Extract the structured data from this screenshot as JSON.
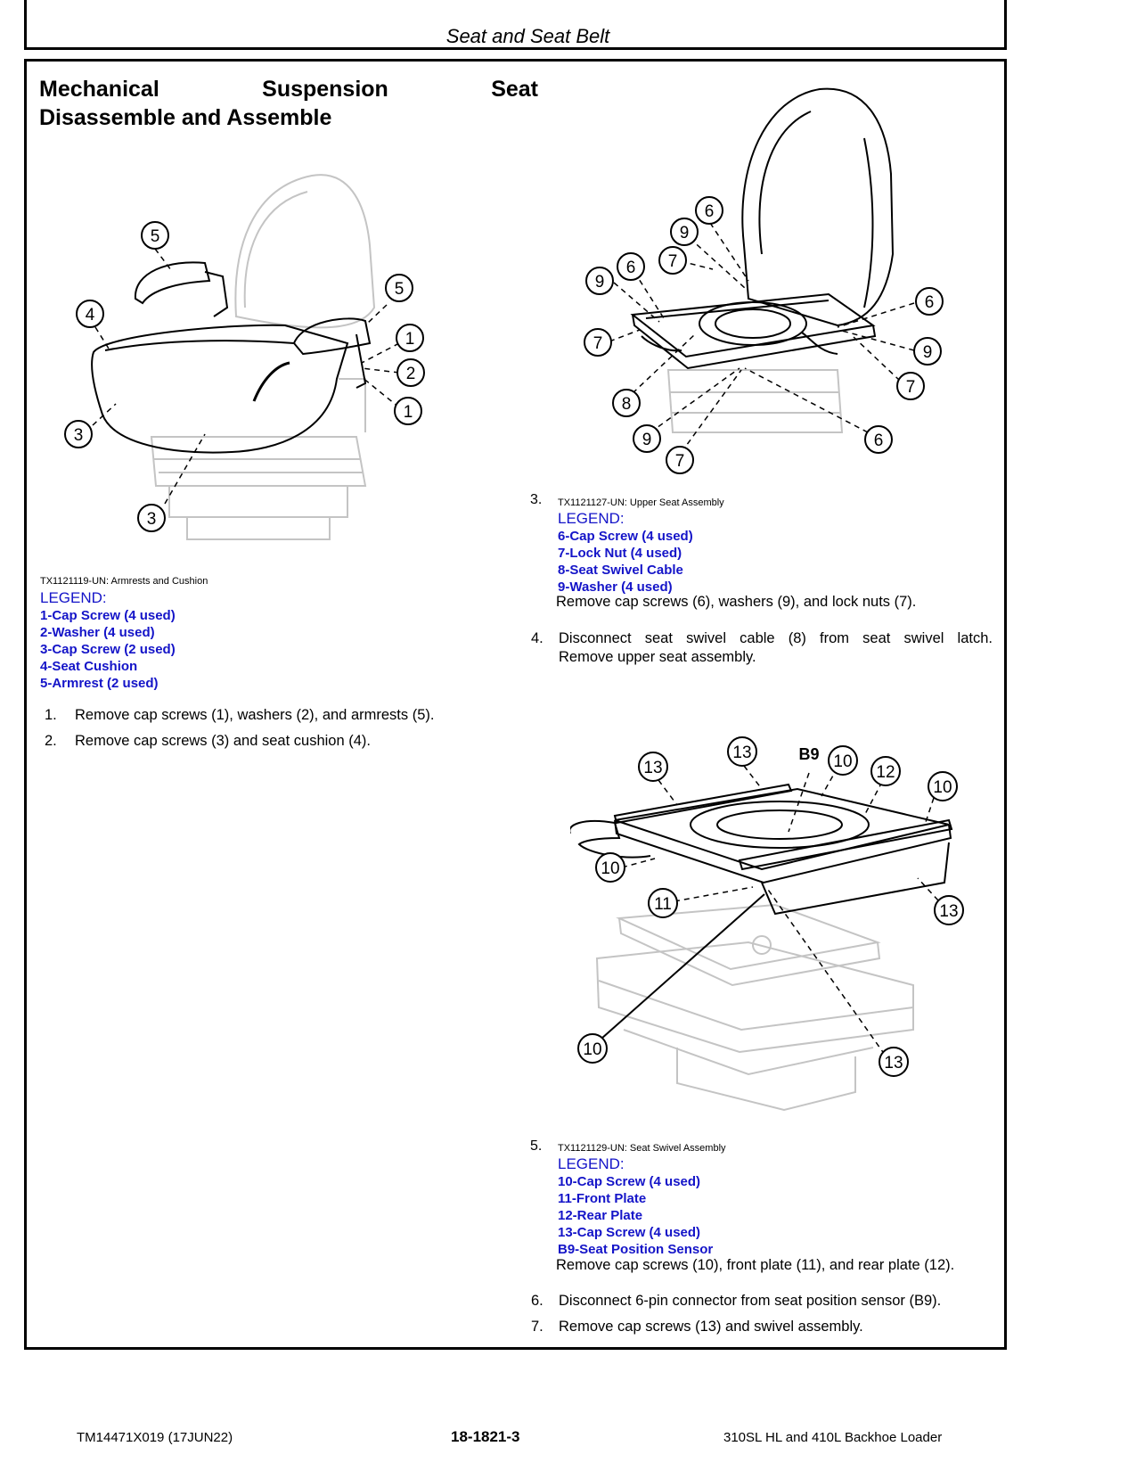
{
  "header": {
    "title": "Seat and Seat Belt"
  },
  "section": {
    "title_words": [
      "Mechanical",
      "Suspension",
      "Seat"
    ],
    "title_line2": "Disassemble and Assemble"
  },
  "figure1": {
    "caption": "TX1121119-UN: Armrests and Cushion",
    "legend_heading": "LEGEND:",
    "legend": [
      "1-Cap Screw (4 used)",
      "2-Washer (4 used)",
      "3-Cap Screw (2 used)",
      "4-Seat Cushion",
      "5-Armrest (2 used)"
    ],
    "callouts": [
      "5",
      "4",
      "5",
      "1",
      "2",
      "1",
      "3",
      "3"
    ]
  },
  "figure2": {
    "step": "3.",
    "caption": "TX1121127-UN: Upper Seat Assembly",
    "legend_heading": "LEGEND:",
    "legend": [
      "6-Cap Screw (4 used)",
      "7-Lock Nut (4 used)",
      "8-Seat Swivel Cable",
      "9-Washer (4 used)"
    ],
    "callouts": [
      "6",
      "9",
      "7",
      "6",
      "9",
      "6",
      "7",
      "9",
      "7",
      "8",
      "9",
      "7",
      "6"
    ]
  },
  "figure3": {
    "step": "5.",
    "caption": "TX1121129-UN: Seat Swivel Assembly",
    "legend_heading": "LEGEND:",
    "legend": [
      "10-Cap Screw (4 used)",
      "11-Front Plate",
      "12-Rear Plate",
      "13-Cap Screw (4 used)",
      "B9-Seat Position Sensor"
    ],
    "callouts": [
      "13",
      "13",
      "10",
      "12",
      "10",
      "10",
      "11",
      "13",
      "10",
      "13"
    ],
    "label_b9": "B9"
  },
  "steps_left": [
    {
      "num": "1.",
      "text": "Remove cap screws (1), washers (2), and armrests (5)."
    },
    {
      "num": "2.",
      "text": "Remove cap screws (3) and seat cushion (4)."
    }
  ],
  "step3_text": "Remove cap screws (6), washers (9), and lock nuts (7).",
  "step4": {
    "num": "4.",
    "line1": "Disconnect seat swivel cable (8) from seat swivel latch.",
    "line2": "Remove upper seat assembly."
  },
  "step5_text": "Remove cap screws (10), front plate (11), and rear plate (12).",
  "steps_right": [
    {
      "num": "6.",
      "text": "Disconnect 6-pin connector from seat position sensor (B9)."
    },
    {
      "num": "7.",
      "text": "Remove cap screws (13) and swivel assembly."
    }
  ],
  "footer": {
    "left": "TM14471X019 (17JUN22)",
    "center": "18-1821-3",
    "right": "310SL HL and 410L Backhoe Loader"
  },
  "colors": {
    "legend": "#1414c8",
    "border": "#000000"
  }
}
